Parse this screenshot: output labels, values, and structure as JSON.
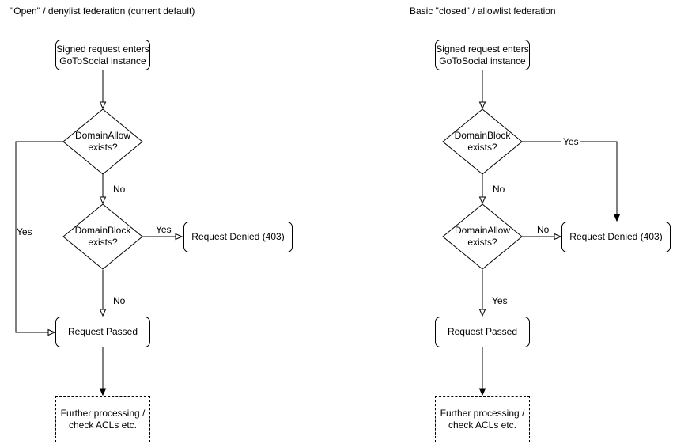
{
  "colors": {
    "stroke": "#000000",
    "text": "#000000",
    "node_fill": "#ffffff",
    "background": "#ffffff"
  },
  "charts": [
    {
      "title": "\"Open\" / denylist federation (current default)",
      "nodes": {
        "start": "Signed request enters\nGoToSocial instance",
        "decision1": "DomainAllow\nexists?",
        "decision2": "DomainBlock\nexists?",
        "denied": "Request Denied (403)",
        "passed": "Request Passed",
        "further": "Further processing /\ncheck ACLs etc."
      },
      "edges": {
        "decision1_no": "No",
        "decision1_yes": "Yes",
        "decision2_yes": "Yes",
        "decision2_no": "No"
      }
    },
    {
      "title": "Basic \"closed\" / allowlist federation",
      "nodes": {
        "start": "Signed request enters\nGoToSocial instance",
        "decision1": "DomainBlock\nexists?",
        "decision2": "DomainAllow\nexists?",
        "denied": "Request Denied (403)",
        "passed": "Request Passed",
        "further": "Further processing /\ncheck ACLs etc."
      },
      "edges": {
        "decision1_yes": "Yes",
        "decision1_no": "No",
        "decision2_no": "No",
        "decision2_yes": "Yes"
      }
    }
  ]
}
